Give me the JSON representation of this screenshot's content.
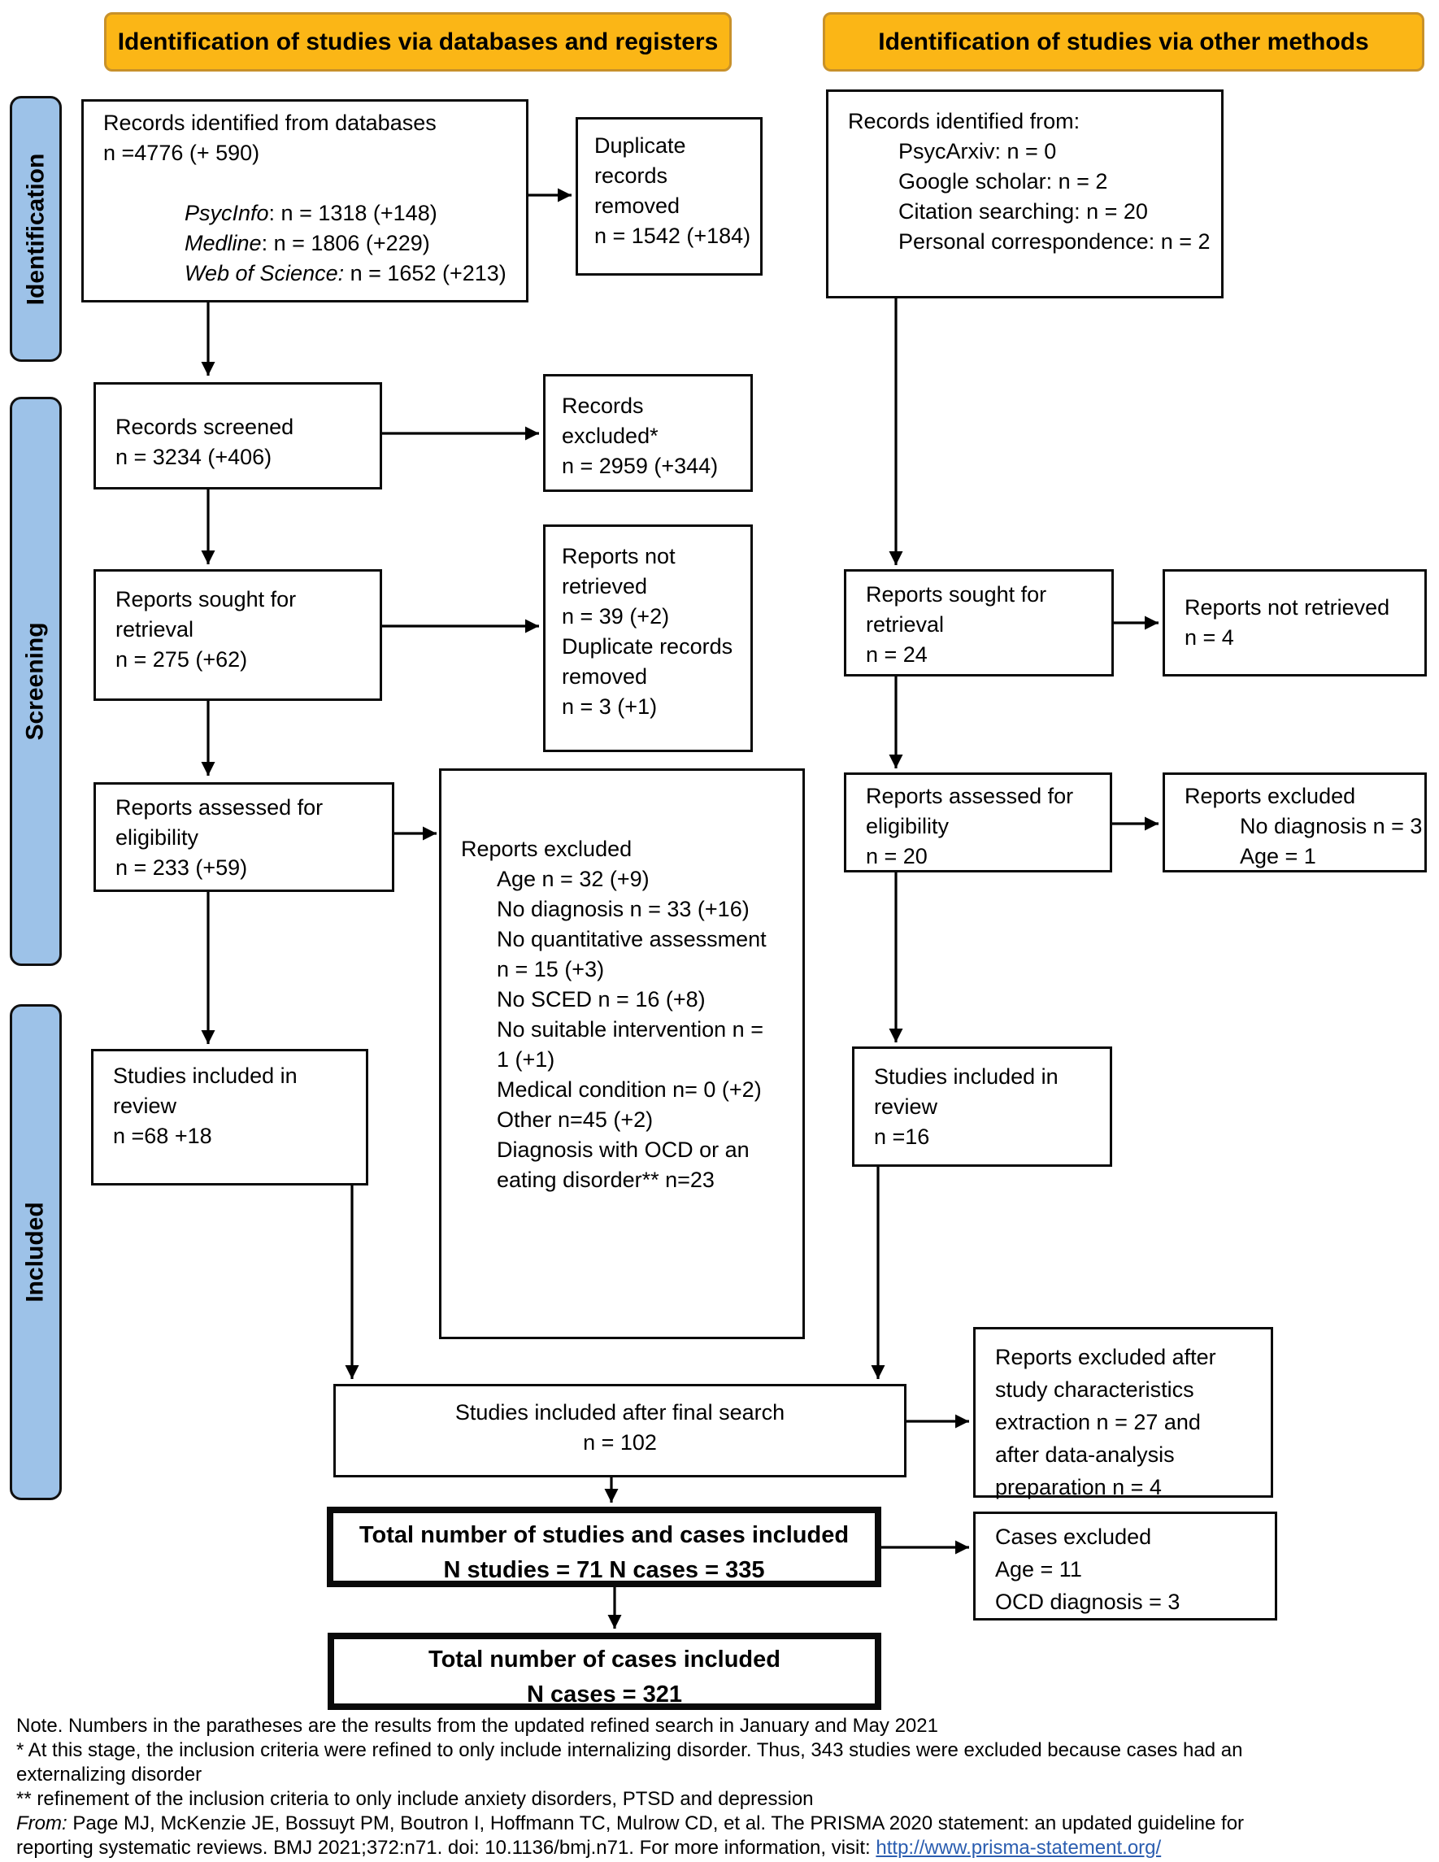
{
  "headers": {
    "databases": "Identification of studies via databases and registers",
    "other": "Identification of studies via other methods"
  },
  "stages": {
    "identification": "Identification",
    "screening": "Screening",
    "included": "Included"
  },
  "db": {
    "records_identified": {
      "line1": "Records identified from databases",
      "line2": "n =4776 (+ 590)",
      "sources": [
        {
          "name": "PsycInfo",
          "value": ": n = 1318 (+148)"
        },
        {
          "name": "Medline",
          "value": ": n = 1806 (+229)"
        },
        {
          "name": "Web of Science:",
          "value": " n = 1652 (+213)"
        }
      ]
    },
    "duplicates": {
      "lines": [
        "Duplicate",
        "records",
        "removed",
        "n = 1542 (+184)"
      ]
    },
    "screened": {
      "lines": [
        "Records screened",
        "n = 3234 (+406)"
      ]
    },
    "records_excluded": {
      "lines": [
        "Records",
        "excluded*",
        "n = 2959 (+344)"
      ]
    },
    "sought": {
      "lines": [
        "Reports sought for",
        "retrieval",
        "n = 275 (+62)"
      ]
    },
    "not_retrieved": {
      "lines": [
        "Reports not",
        "retrieved",
        "n = 39 (+2)",
        "Duplicate records",
        "removed",
        "n = 3 (+1)"
      ]
    },
    "assessed": {
      "lines": [
        "Reports assessed for",
        "eligibility",
        "n = 233 (+59)"
      ]
    },
    "excluded_detail": {
      "title": "Reports excluded",
      "items": [
        "Age n = 32 (+9)",
        "No diagnosis n = 33 (+16)",
        "No quantitative assessment",
        "n = 15 (+3)",
        "No SCED n = 16 (+8)",
        "No suitable intervention n =",
        "1 (+1)",
        "Medical condition n= 0 (+2)",
        "Other n=45 (+2)",
        "Diagnosis with OCD or an",
        "eating disorder** n=23"
      ]
    },
    "included": {
      "lines": [
        "Studies included in",
        "review",
        "n =68 +18"
      ]
    }
  },
  "other": {
    "records_identified": {
      "title": "Records identified from:",
      "items": [
        "PsycArxiv: n = 0",
        "Google scholar: n = 2",
        "Citation searching: n = 20",
        "Personal correspondence: n = 2"
      ]
    },
    "sought": {
      "lines": [
        "Reports sought for",
        "retrieval",
        "n = 24"
      ]
    },
    "not_retrieved": {
      "lines": [
        "Reports not retrieved",
        "n = 4"
      ]
    },
    "assessed": {
      "lines": [
        "Reports assessed for",
        "eligibility",
        "n = 20"
      ]
    },
    "excluded": {
      "title": "Reports excluded",
      "items": [
        "No diagnosis n = 3",
        "Age = 1"
      ]
    },
    "included": {
      "lines": [
        "Studies included in",
        "review",
        "n =16"
      ]
    }
  },
  "merge": {
    "final_search": {
      "lines": [
        "Studies included after final search",
        "n = 102"
      ]
    },
    "excluded_after": {
      "lines": [
        "Reports excluded after",
        "study characteristics",
        "extraction n = 27 and",
        "after data-analysis",
        "preparation n = 4"
      ]
    },
    "total_studies": {
      "lines": [
        "Total number of studies and cases included",
        "N studies = 71 N cases = 335"
      ]
    },
    "cases_excluded": {
      "lines": [
        "Cases excluded",
        "Age = 11",
        "OCD diagnosis = 3"
      ]
    },
    "total_cases": {
      "lines": [
        "Total number of cases included",
        "N cases = 321"
      ]
    }
  },
  "notes": {
    "line1": "Note. Numbers in the paratheses are the results from the updated refined search in January and May 2021",
    "line2": "* At this stage, the inclusion criteria were refined to only include internalizing disorder. Thus, 343 studies were excluded because cases had an",
    "line3": "externalizing disorder",
    "line4": "** refinement of the inclusion criteria to only include anxiety disorders, PTSD and depression",
    "from_label": "From:",
    "line5": "  Page MJ, McKenzie JE, Bossuyt PM, Boutron I, Hoffmann TC, Mulrow CD, et al. The PRISMA 2020 statement: an updated guideline for",
    "line6": "reporting systematic reviews. BMJ 2021;372:n71. doi: 10.1136/bmj.n71. For more information, visit: ",
    "link": "http://www.prisma-statement.org/"
  },
  "colors": {
    "header_bg": "#FBB616",
    "header_border": "#C8912A",
    "sidebar_bg": "#9DC2E8",
    "link": "#2A5DB0"
  }
}
